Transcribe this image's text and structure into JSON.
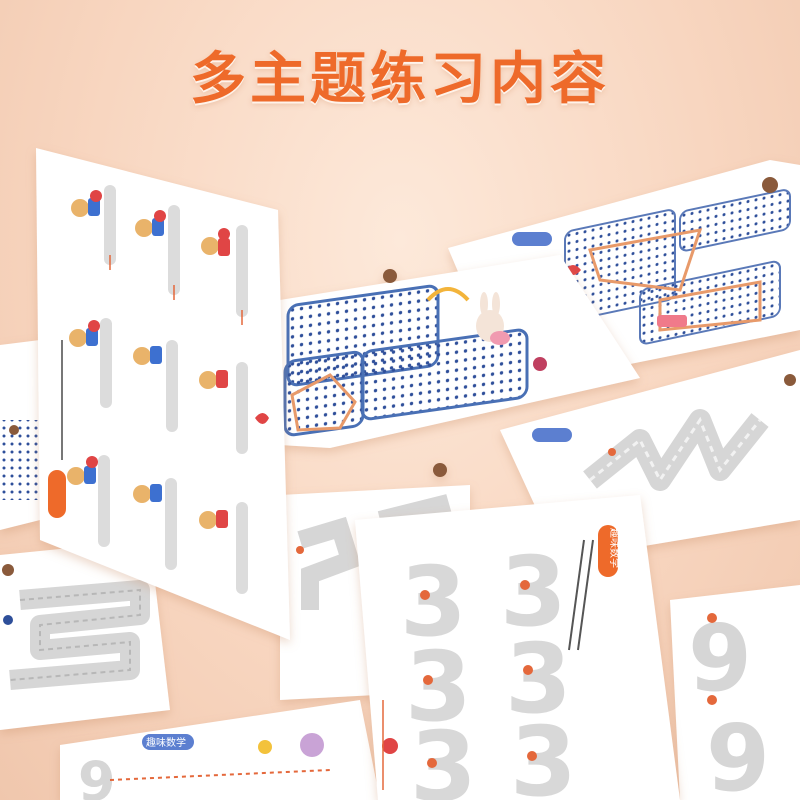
{
  "title": "多主题练习内容",
  "digit_practice": {
    "digit_large": "3",
    "digit_small": "9",
    "badge_a": "趣味数学",
    "badge_b": "趣味数学"
  },
  "colors": {
    "accent": "#ee6a2a",
    "background": "#f9dcc7",
    "card": "#ffffff",
    "dot_grid": "#2f4f9a",
    "trace_gray": "#d6d6d6",
    "trace_dot": "#e4673a"
  }
}
